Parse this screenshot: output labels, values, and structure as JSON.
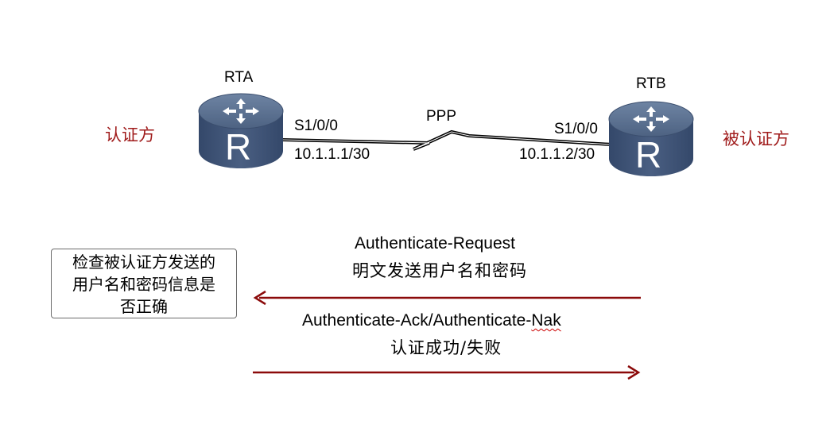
{
  "colors": {
    "role_text": "#a01c1c",
    "arrow": "#8b0a0a",
    "router_top": "#5b6f8c",
    "router_side": "#3f5373",
    "link": "#000000"
  },
  "routers": {
    "rta": {
      "name": "RTA",
      "letter": "R",
      "icon": "router-icon"
    },
    "rtb": {
      "name": "RTB",
      "letter": "R",
      "icon": "router-icon"
    }
  },
  "link": {
    "protocol": "PPP",
    "rta_interface": "S1/0/0",
    "rta_ip": "10.1.1.1/30",
    "rtb_interface": "S1/0/0",
    "rtb_ip": "10.1.1.2/30"
  },
  "roles": {
    "authenticator": "认证方",
    "authenticatee": "被认证方"
  },
  "messages": {
    "request": {
      "title": "Authenticate-Request",
      "subtitle": "明文发送用户名和密码"
    },
    "response": {
      "title_part1": "Authenticate-Ack/Authenticate-",
      "title_part2": "Nak",
      "subtitle": "认证成功/失败"
    }
  },
  "note": {
    "line1": "检查被认证方发送的",
    "line2": "用户名和密码信息是",
    "line3": "否正确"
  }
}
